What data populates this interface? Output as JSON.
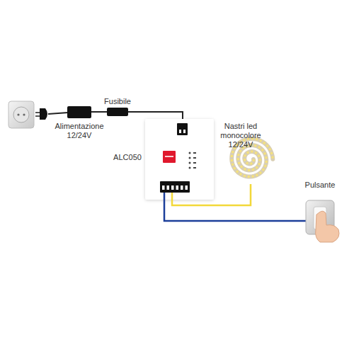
{
  "diagram": {
    "labels": [
      "Fusibile",
      "Alimentazione 12/24V",
      "ALC050",
      "Nastri led monocolore 12/24V",
      "Pulsante"
    ]
  }
}
